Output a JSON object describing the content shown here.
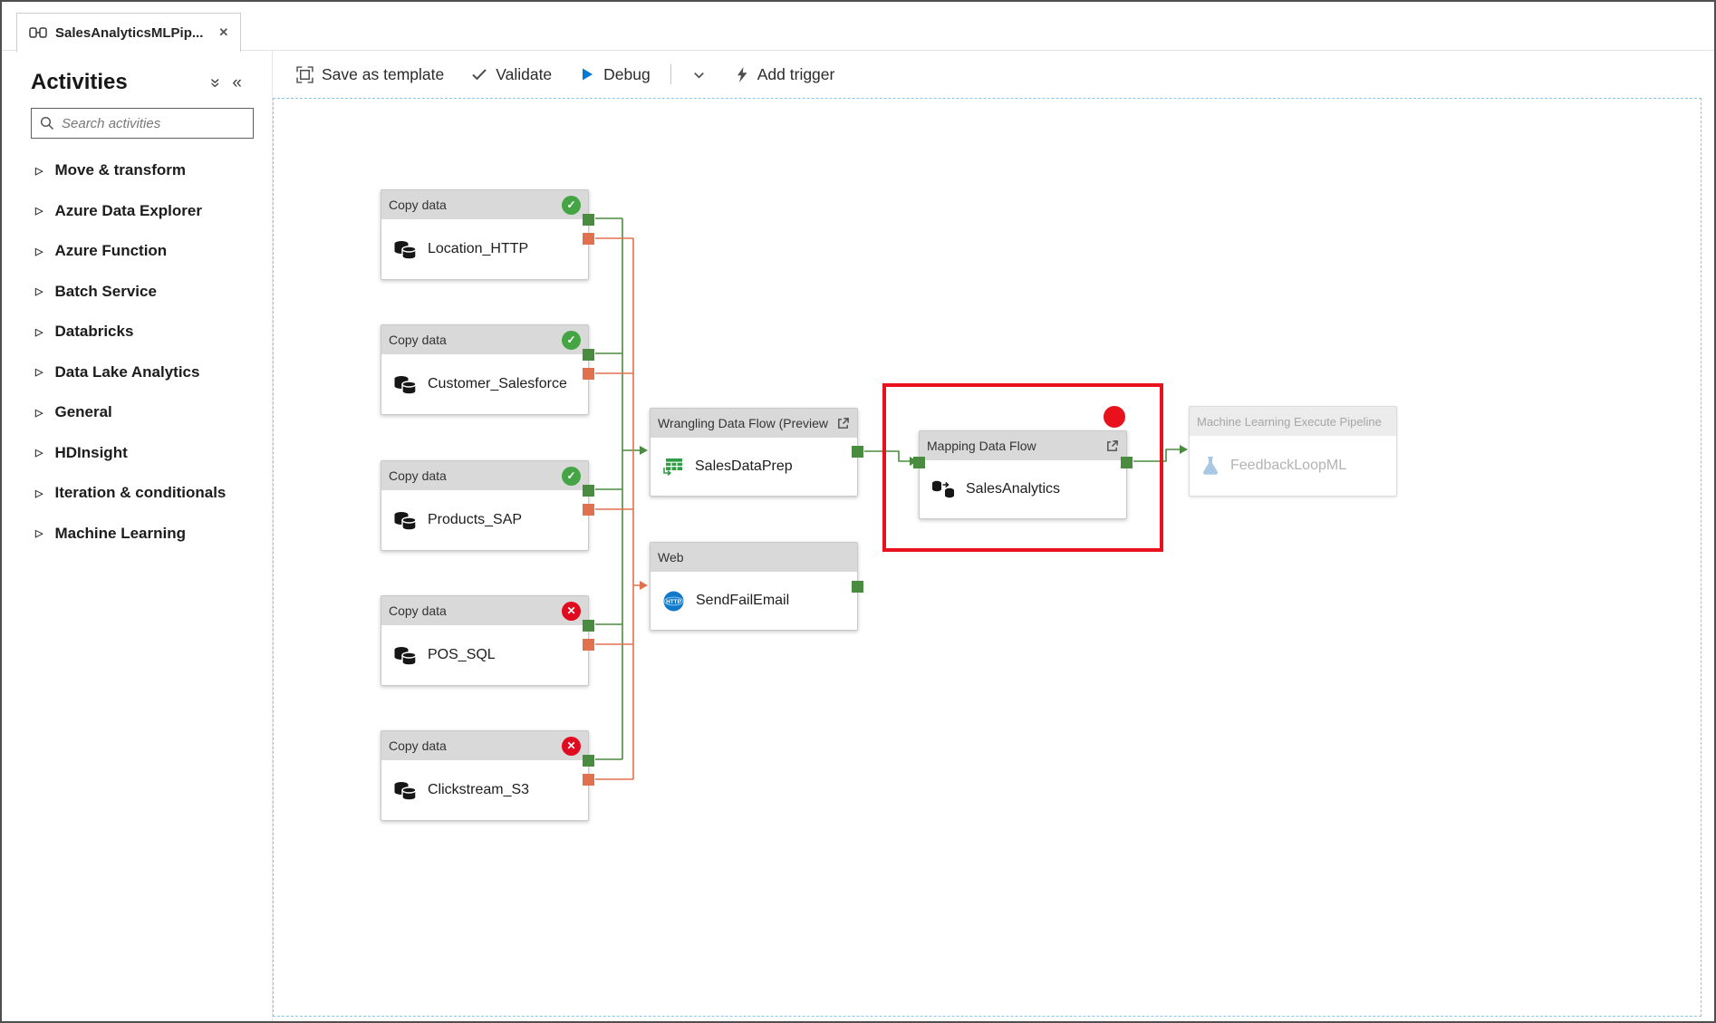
{
  "window": {
    "tab_title": "SalesAnalyticsMLPip..."
  },
  "sidebar": {
    "title": "Activities",
    "search_placeholder": "Search activities",
    "items": [
      {
        "label": "Move & transform"
      },
      {
        "label": "Azure Data Explorer"
      },
      {
        "label": "Azure Function"
      },
      {
        "label": "Batch Service"
      },
      {
        "label": "Databricks"
      },
      {
        "label": "Data Lake Analytics"
      },
      {
        "label": "General"
      },
      {
        "label": "HDInsight"
      },
      {
        "label": "Iteration & conditionals"
      },
      {
        "label": "Machine Learning"
      }
    ]
  },
  "toolbar": {
    "save_as_template": "Save as template",
    "validate": "Validate",
    "debug": "Debug",
    "add_trigger": "Add trigger"
  },
  "canvas": {
    "copy_nodes": [
      {
        "type": "Copy data",
        "name": "Location_HTTP",
        "status": "success"
      },
      {
        "type": "Copy data",
        "name": "Customer_Salesforce",
        "status": "success"
      },
      {
        "type": "Copy data",
        "name": "Products_SAP",
        "status": "success"
      },
      {
        "type": "Copy data",
        "name": "POS_SQL",
        "status": "failed"
      },
      {
        "type": "Copy data",
        "name": "Clickstream_S3",
        "status": "failed"
      }
    ],
    "wrangling": {
      "type": "Wrangling Data Flow (Preview",
      "name": "SalesDataPrep"
    },
    "web": {
      "type": "Web",
      "name": "SendFailEmail"
    },
    "mapping": {
      "type": "Mapping Data Flow",
      "name": "SalesAnalytics"
    },
    "ml": {
      "type": "Machine Learning Execute Pipeline",
      "name": "FeedbackLoopML"
    }
  },
  "icons": {
    "success_glyph": "✓",
    "error_glyph": "✕",
    "close_glyph": "✕",
    "collapse_all_glyph": "»",
    "collapse_panel_glyph": "«",
    "expand_glyph": "▷",
    "http_label": "HTTP"
  },
  "colors": {
    "success_green": "#4a8c3f",
    "failure_orange": "#e0714f",
    "highlight_red": "#e8111c",
    "debug_blue": "#0078d4",
    "status_green": "#45a545",
    "status_red": "#e00b1e"
  }
}
